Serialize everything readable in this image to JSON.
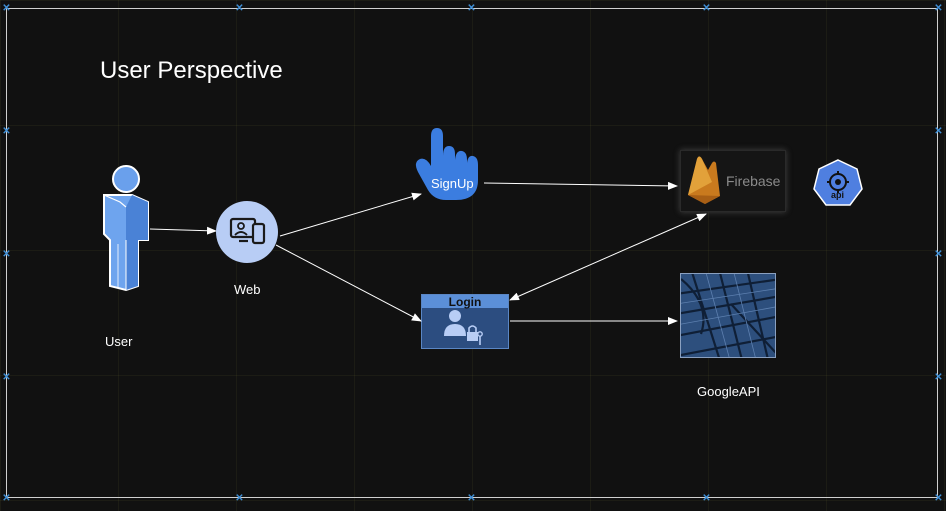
{
  "title": "User Perspective",
  "nodes": {
    "user": {
      "label": "User",
      "icon": "user-icon"
    },
    "web": {
      "label": "Web",
      "icon": "web-devices-icon"
    },
    "signup": {
      "label": "SignUp",
      "icon": "pointer-hand-icon"
    },
    "login": {
      "label": "Login",
      "icon": "user-lock-icon"
    },
    "firebase": {
      "label": "Firebase",
      "icon": "firebase-flame-icon"
    },
    "api": {
      "label": "api",
      "icon": "api-gear-icon"
    },
    "googleapi": {
      "label": "GoogleAPI",
      "icon": "map-icon"
    }
  },
  "edges": [
    {
      "from": "user",
      "to": "web"
    },
    {
      "from": "web",
      "to": "signup"
    },
    {
      "from": "web",
      "to": "login"
    },
    {
      "from": "signup",
      "to": "firebase"
    },
    {
      "from": "firebase",
      "to": "login",
      "bidirectional": true
    },
    {
      "from": "login",
      "to": "googleapi"
    }
  ],
  "colors": {
    "background": "#111111",
    "frame": "#d0d0d0",
    "accent_blue": "#3d7fe0",
    "node_blue": "#b8cdf5"
  }
}
